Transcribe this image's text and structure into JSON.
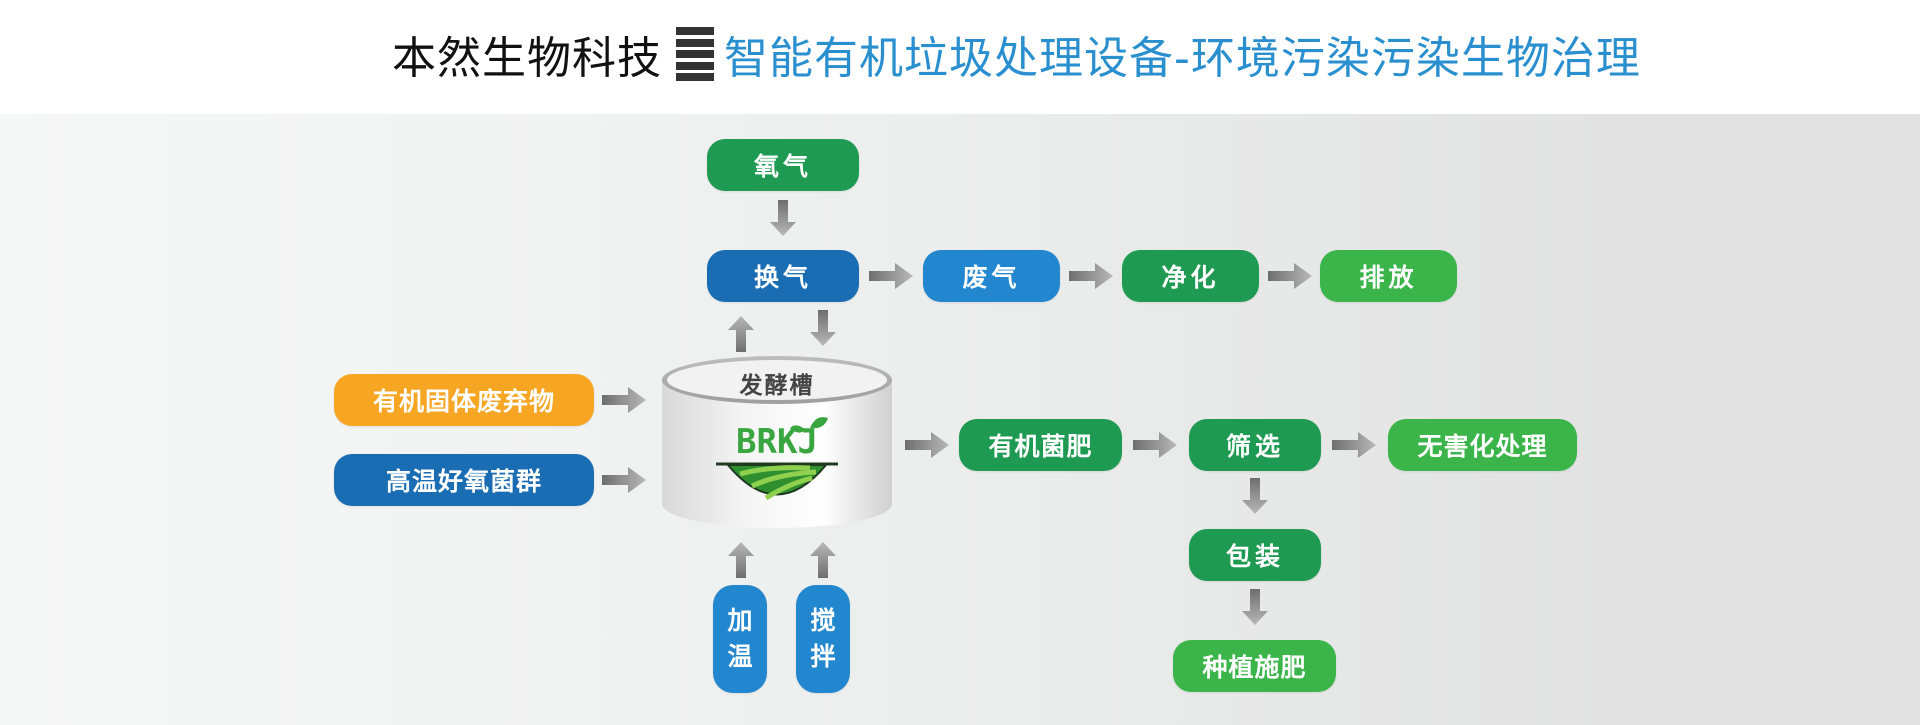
{
  "header": {
    "company": "本然生物科技",
    "title": "智能有机垃圾处理设备-环境污染污染生物治理",
    "company_color": "#111111",
    "title_color": "#2a8fcf"
  },
  "colors": {
    "green_dark": "#1e9a52",
    "green_light": "#3bb54a",
    "blue_dark": "#1a6db3",
    "blue_light": "#2287cf",
    "orange": "#f6a623",
    "arrow_gray": "#8a8a8a"
  },
  "tank": {
    "label": "发酵槽",
    "logo": "BRKJ",
    "logo_icon": "leaf-field-icon"
  },
  "nodes": {
    "oxygen": "氧气",
    "ventilation": "换气",
    "exhaust_gas": "废气",
    "purification": "净化",
    "discharge": "排放",
    "organic_waste": "有机固体废弃物",
    "thermophilic_bacteria": "高温好氧菌群",
    "organic_fertilizer": "有机菌肥",
    "screening": "筛选",
    "harmless_treatment": "无害化处理",
    "packaging": "包装",
    "planting_fertilization": "种植施肥",
    "heating": [
      "加",
      "温"
    ],
    "stirring": [
      "搅",
      "拌"
    ]
  }
}
